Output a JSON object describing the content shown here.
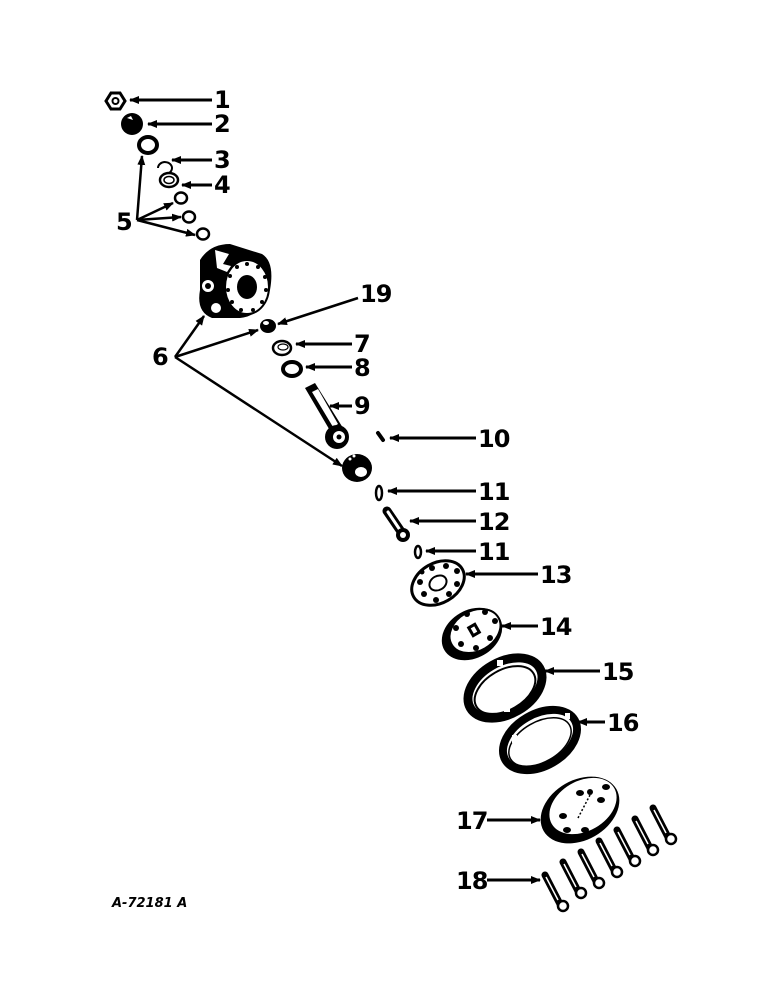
{
  "diagram": {
    "type": "exploded-parts-view",
    "drawing_id": "A-72181 A",
    "parts": [
      {
        "ref": "1",
        "label": "1",
        "shape": "hex-nut"
      },
      {
        "ref": "2",
        "label": "2",
        "shape": "cap"
      },
      {
        "ref": "3",
        "label": "3",
        "shape": "ring"
      },
      {
        "ref": "4",
        "label": "4",
        "shape": "washer"
      },
      {
        "ref": "5",
        "label": "5",
        "shape": "o-rings (x4)"
      },
      {
        "ref": "6",
        "label": "6",
        "shape": "valve-body-assembly"
      },
      {
        "ref": "7",
        "label": "7",
        "shape": "seal-ring"
      },
      {
        "ref": "8",
        "label": "8",
        "shape": "o-ring"
      },
      {
        "ref": "9",
        "label": "9",
        "shape": "spool-shaft"
      },
      {
        "ref": "10",
        "label": "10",
        "shape": "pin"
      },
      {
        "ref": "11",
        "label": "11",
        "shape": "pin"
      },
      {
        "ref": "12",
        "label": "12",
        "shape": "drive-link"
      },
      {
        "ref": "13",
        "label": "13",
        "shape": "spacer-plate"
      },
      {
        "ref": "14",
        "label": "14",
        "shape": "gerotor-set"
      },
      {
        "ref": "15",
        "label": "15",
        "shape": "ring"
      },
      {
        "ref": "16",
        "label": "16",
        "shape": "ring"
      },
      {
        "ref": "17",
        "label": "17",
        "shape": "end-cap"
      },
      {
        "ref": "18",
        "label": "18",
        "shape": "cap-screws (x7)"
      },
      {
        "ref": "19",
        "label": "19",
        "shape": "plug"
      }
    ]
  },
  "labels": {
    "l1": "1",
    "l2": "2",
    "l3": "3",
    "l4": "4",
    "l5": "5",
    "l6": "6",
    "l7": "7",
    "l8": "8",
    "l9": "9",
    "l10": "10",
    "l11a": "11",
    "l12": "12",
    "l11b": "11",
    "l13": "13",
    "l14": "14",
    "l15": "15",
    "l16": "16",
    "l17": "17",
    "l18": "18",
    "l19": "19"
  },
  "colors": {
    "ink": "#000000",
    "paper": "#ffffff"
  }
}
